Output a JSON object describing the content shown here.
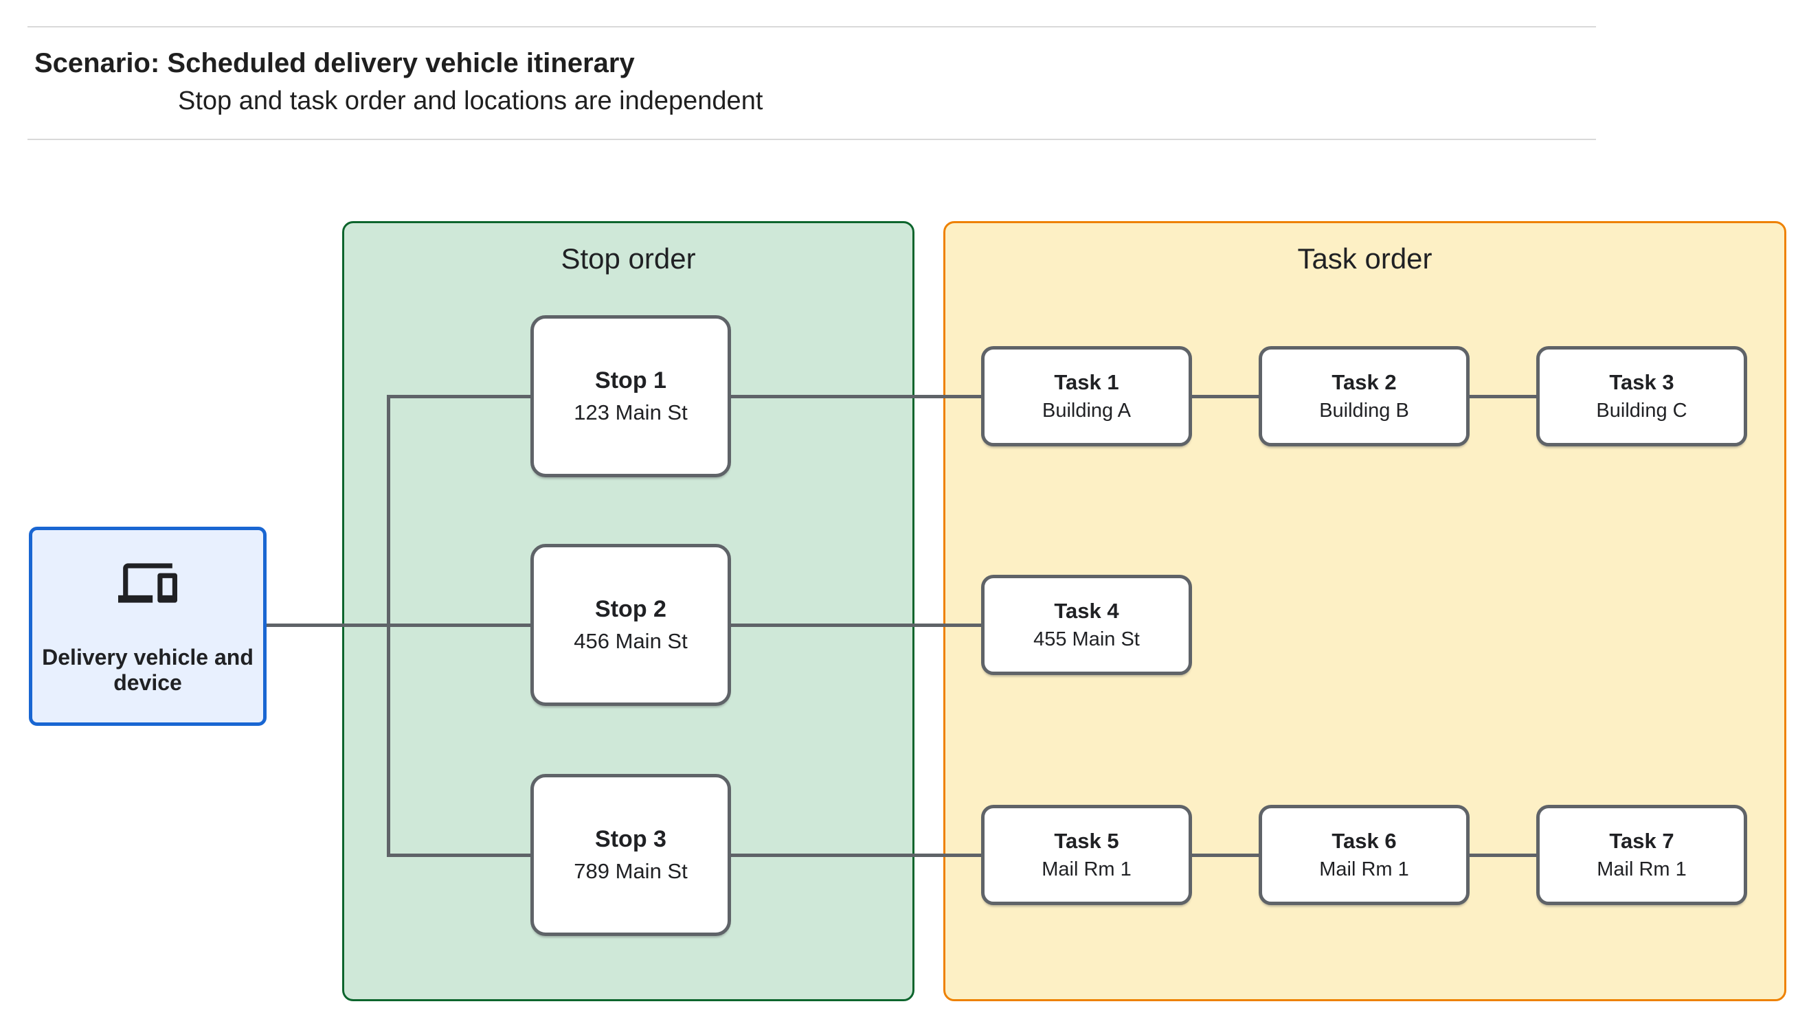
{
  "header": {
    "title": "Scenario: Scheduled delivery vehicle itinerary",
    "subtitle": "Stop and task order and locations are independent"
  },
  "vehicle": {
    "label": "Delivery vehicle and device",
    "icon": "devices-icon"
  },
  "panels": {
    "stop_order": {
      "title": "Stop order"
    },
    "task_order": {
      "title": "Task order"
    }
  },
  "stops": [
    {
      "title": "Stop 1",
      "location": "123 Main St"
    },
    {
      "title": "Stop 2",
      "location": "456 Main St"
    },
    {
      "title": "Stop 3",
      "location": "789 Main St"
    }
  ],
  "tasks": [
    {
      "title": "Task 1",
      "location": "Building A"
    },
    {
      "title": "Task 2",
      "location": "Building B"
    },
    {
      "title": "Task 3",
      "location": "Building C"
    },
    {
      "title": "Task 4",
      "location": "455 Main St"
    },
    {
      "title": "Task 5",
      "location": "Mail Rm 1"
    },
    {
      "title": "Task 6",
      "location": "Mail Rm 1"
    },
    {
      "title": "Task 7",
      "location": "Mail Rm 1"
    }
  ],
  "colors": {
    "stop_panel_fill": "#cfe8d8",
    "stop_panel_border": "#0d652d",
    "task_panel_fill": "#fdf0c5",
    "task_panel_border": "#ee8100",
    "vehicle_fill": "#e8f0fe",
    "vehicle_border": "#1966d2",
    "node_border": "#5f6368",
    "connector": "#5f6368",
    "divider": "#d9d9d9",
    "text": "#202124"
  }
}
